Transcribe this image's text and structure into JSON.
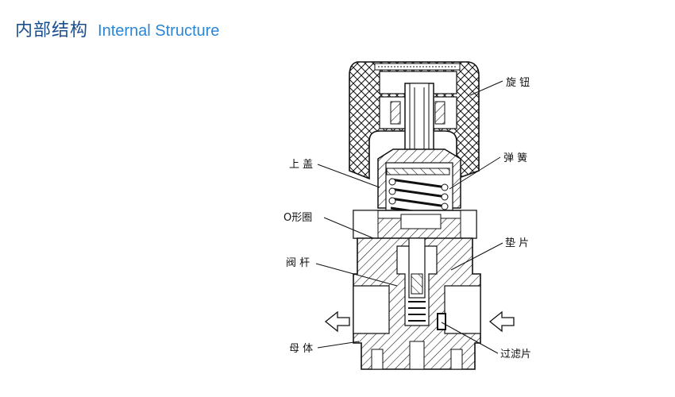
{
  "header": {
    "title_cn": "内部结构",
    "title_en": "Internal Structure"
  },
  "diagram": {
    "labels": {
      "knob": "旋 钮",
      "spring": "弹 簧",
      "upper_cover": "上 盖",
      "o_ring": "O形圈",
      "gasket": "垫 片",
      "valve_stem": "阀 杆",
      "body": "母 体",
      "filter": "过滤片"
    },
    "flow_arrows": [
      "outlet-arrow",
      "inlet-arrow"
    ]
  },
  "colors": {
    "title_cn": "#1a4f8f",
    "title_en": "#2b86d6",
    "line": "#111111"
  }
}
